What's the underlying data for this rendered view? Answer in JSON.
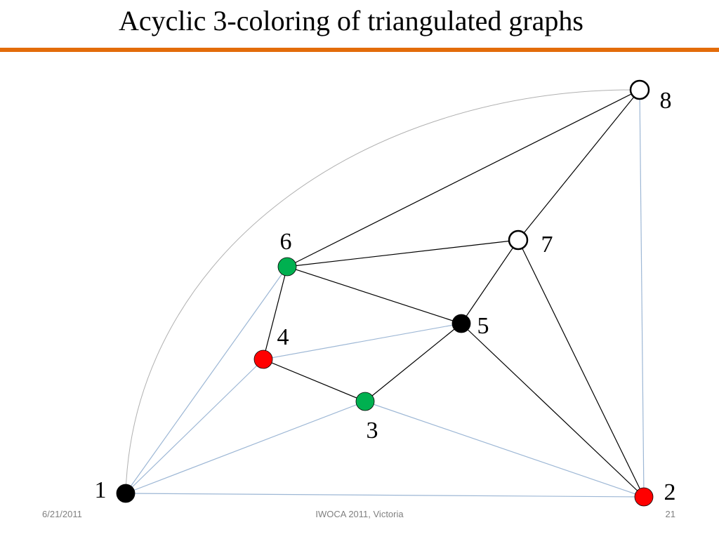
{
  "slide": {
    "title": "Acyclic 3-coloring of triangulated graphs"
  },
  "footer": {
    "date": "6/21/2011",
    "event": "IWOCA 2011, Victoria",
    "page": "21"
  },
  "graph": {
    "colors": {
      "red": "#ff0000",
      "green": "#00b050",
      "black": "#000000",
      "uncolored": "#ffffff",
      "solid_edge": "#000000",
      "faint_edge": "#9db7d5",
      "accent_rule": "#e36c0a"
    },
    "nodes": [
      {
        "id": "1",
        "label": "1",
        "color": "black"
      },
      {
        "id": "2",
        "label": "2",
        "color": "red"
      },
      {
        "id": "3",
        "label": "3",
        "color": "green"
      },
      {
        "id": "4",
        "label": "4",
        "color": "red"
      },
      {
        "id": "5",
        "label": "5",
        "color": "black"
      },
      {
        "id": "6",
        "label": "6",
        "color": "green"
      },
      {
        "id": "7",
        "label": "7",
        "color": "uncolored"
      },
      {
        "id": "8",
        "label": "8",
        "color": "uncolored"
      }
    ],
    "edges": [
      {
        "from": "6",
        "to": "8",
        "style": "solid"
      },
      {
        "from": "7",
        "to": "8",
        "style": "solid"
      },
      {
        "from": "6",
        "to": "7",
        "style": "solid"
      },
      {
        "from": "6",
        "to": "5",
        "style": "solid"
      },
      {
        "from": "6",
        "to": "4",
        "style": "solid"
      },
      {
        "from": "5",
        "to": "7",
        "style": "solid"
      },
      {
        "from": "5",
        "to": "3",
        "style": "solid"
      },
      {
        "from": "5",
        "to": "2",
        "style": "solid"
      },
      {
        "from": "7",
        "to": "2",
        "style": "solid"
      },
      {
        "from": "4",
        "to": "3",
        "style": "solid"
      },
      {
        "from": "4",
        "to": "5",
        "style": "faint"
      },
      {
        "from": "1",
        "to": "6",
        "style": "faint"
      },
      {
        "from": "1",
        "to": "4",
        "style": "faint"
      },
      {
        "from": "1",
        "to": "3",
        "style": "faint"
      },
      {
        "from": "1",
        "to": "2",
        "style": "faint"
      },
      {
        "from": "3",
        "to": "2",
        "style": "faint"
      },
      {
        "from": "8",
        "to": "2",
        "style": "faint"
      },
      {
        "from": "1",
        "to": "8",
        "style": "faint-arc"
      }
    ]
  }
}
